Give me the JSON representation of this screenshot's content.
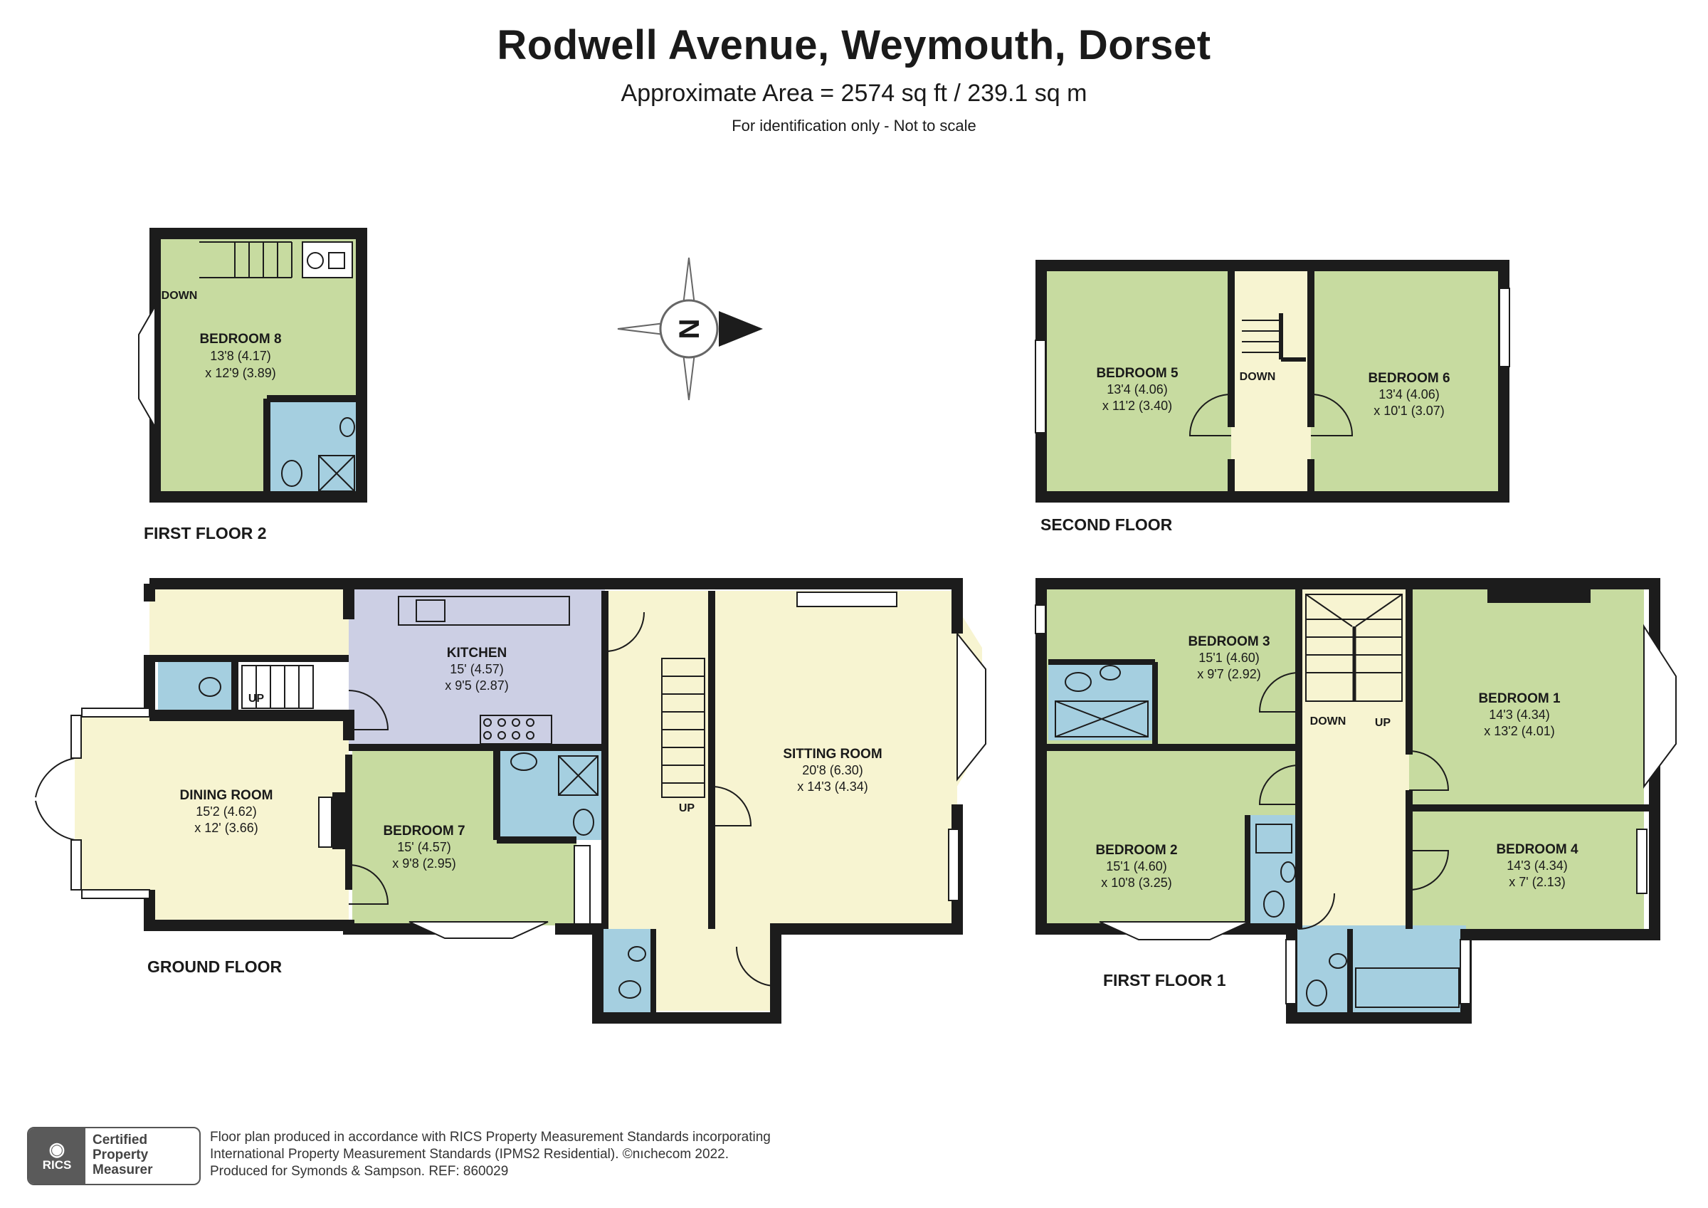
{
  "header": {
    "title": "Rodwell Avenue, Weymouth, Dorset",
    "subtitle": "Approximate Area = 2574 sq ft / 239.1 sq m",
    "note": "For identification only - Not to scale"
  },
  "compass": {
    "label": "N",
    "icon": "compass-icon"
  },
  "floors": {
    "first_floor_2": "FIRST FLOOR 2",
    "second_floor": "SECOND FLOOR",
    "ground_floor": "GROUND FLOOR",
    "first_floor_1": "FIRST FLOOR 1"
  },
  "rooms": {
    "bedroom8": {
      "name": "BEDROOM 8",
      "dim1": "13'8 (4.17)",
      "dim2": "x 12'9 (3.89)"
    },
    "bedroom5": {
      "name": "BEDROOM 5",
      "dim1": "13'4 (4.06)",
      "dim2": "x 11'2 (3.40)"
    },
    "bedroom6": {
      "name": "BEDROOM 6",
      "dim1": "13'4 (4.06)",
      "dim2": "x 10'1 (3.07)"
    },
    "kitchen": {
      "name": "KITCHEN",
      "dim1": "15' (4.57)",
      "dim2": "x 9'5 (2.87)"
    },
    "dining": {
      "name": "DINING ROOM",
      "dim1": "15'2 (4.62)",
      "dim2": "x 12' (3.66)"
    },
    "bedroom7": {
      "name": "BEDROOM 7",
      "dim1": "15' (4.57)",
      "dim2": "x 9'8 (2.95)"
    },
    "sitting": {
      "name": "SITTING ROOM",
      "dim1": "20'8 (6.30)",
      "dim2": "x 14'3 (4.34)"
    },
    "bedroom3": {
      "name": "BEDROOM 3",
      "dim1": "15'1 (4.60)",
      "dim2": "x 9'7 (2.92)"
    },
    "bedroom1": {
      "name": "BEDROOM 1",
      "dim1": "14'3 (4.34)",
      "dim2": "x 13'2 (4.01)"
    },
    "bedroom2": {
      "name": "BEDROOM 2",
      "dim1": "15'1 (4.60)",
      "dim2": "x 10'8 (3.25)"
    },
    "bedroom4": {
      "name": "BEDROOM 4",
      "dim1": "14'3 (4.34)",
      "dim2": "x 7' (2.13)"
    }
  },
  "stair_labels": {
    "ff2_down": "DOWN",
    "sf_down": "DOWN",
    "gf_up_1": "UP",
    "gf_up_2": "UP",
    "ff1_down": "DOWN",
    "ff1_up": "UP"
  },
  "badge": {
    "logo": "RICS",
    "line1": "Certified",
    "line2": "Property",
    "line3": "Measurer"
  },
  "footer": {
    "line1": "Floor plan produced in accordance with RICS Property Measurement Standards incorporating",
    "line2": "International Property Measurement Standards (IPMS2 Residential).   ©nıchecom 2022.",
    "line3": "Produced for Symonds & Sampson.   REF:  860029"
  },
  "colors": {
    "bedroom": "#c7dba0",
    "circulation": "#f7f4d1",
    "kitchen": "#cccfe4",
    "bathroom": "#a5cfe0",
    "wall": "#1c1c1c"
  }
}
